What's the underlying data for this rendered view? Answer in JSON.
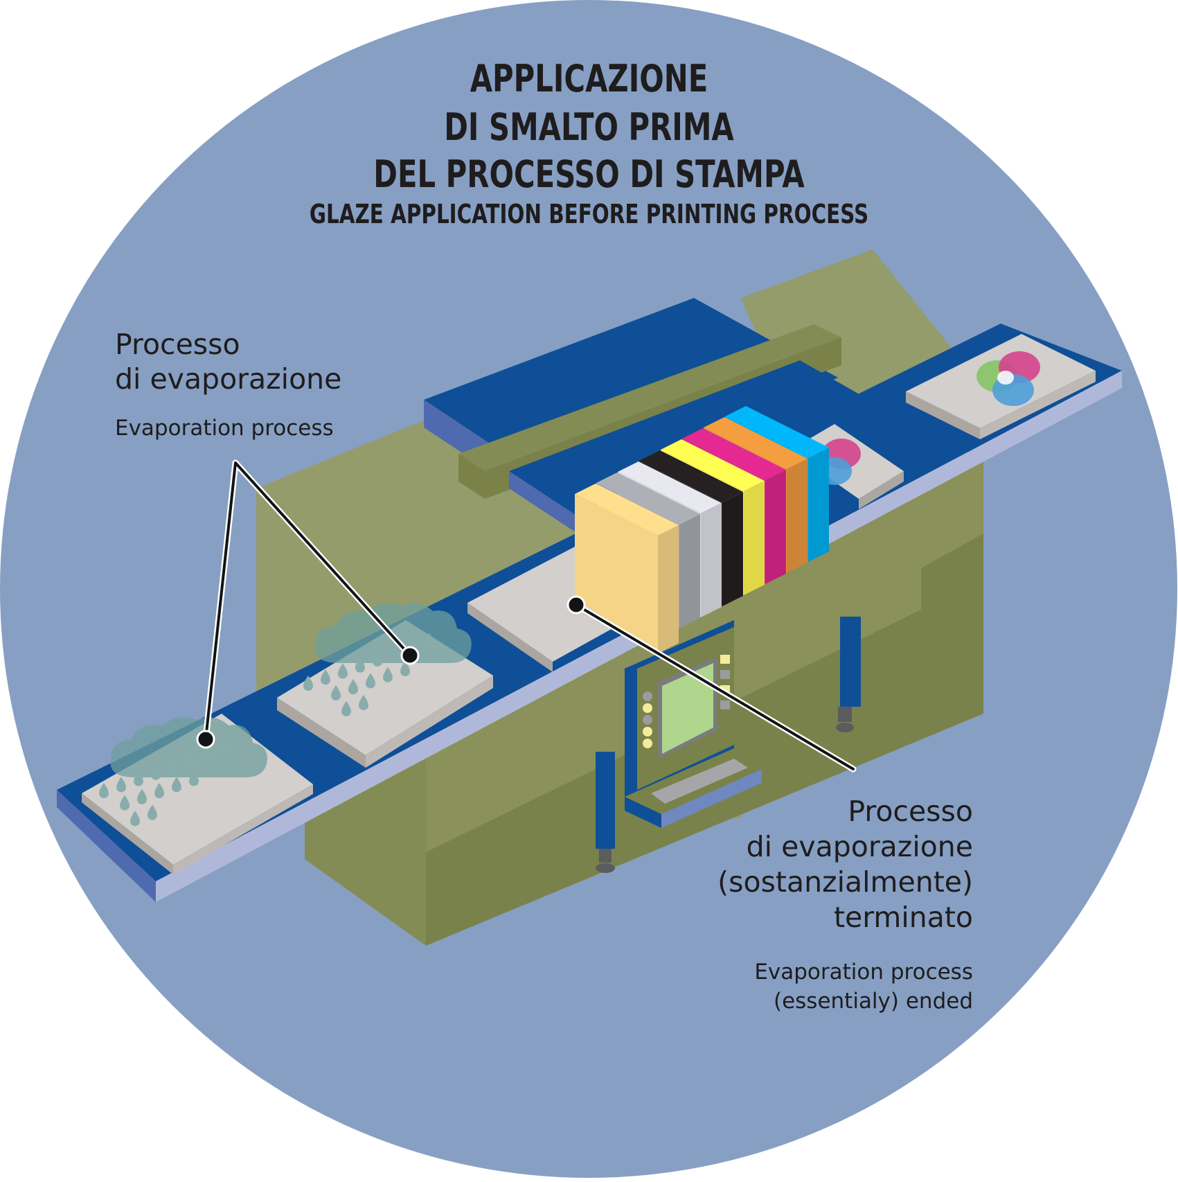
{
  "title": {
    "it_lines": [
      "APPLICAZIONE",
      "DI SMALTO PRIMA",
      "DEL PROCESSO DI STAMPA"
    ],
    "en": "GLAZE APPLICATION BEFORE PRINTING PROCESS"
  },
  "labels": {
    "left": {
      "it_lines": [
        "Processo",
        "di evaporazione"
      ],
      "en": "Evaporation process"
    },
    "right": {
      "it_lines": [
        "Processo",
        "di evaporazione",
        "(sostanzialmente)",
        "terminato"
      ],
      "en_lines": [
        "Evaporation process",
        "(essentialy) ended"
      ]
    }
  },
  "illustration": {
    "subject": "tile printing machine with conveyor belt",
    "tiles": [
      {
        "stage": "wet glaze",
        "icon": "rain-cloud-icon"
      },
      {
        "stage": "wet glaze",
        "icon": "rain-cloud-icon"
      },
      {
        "stage": "dry",
        "icon": "none"
      },
      {
        "stage": "printed",
        "icon": "color-venn-icon"
      },
      {
        "stage": "printed",
        "icon": "color-venn-icon"
      }
    ],
    "ink_bars": [
      "beige",
      "grey",
      "white",
      "black",
      "yellow",
      "magenta",
      "orange",
      "cyan"
    ],
    "ink_colors": [
      "#f5d487",
      "#a5a9ae",
      "#dcdde5",
      "#231f20",
      "#fff44f",
      "#d9278b",
      "#e9963d",
      "#00aeef"
    ],
    "colors": {
      "background_circle": "#879fc3",
      "machine_green": "#8a915a",
      "belt_blue": "#0e4f97",
      "tile_grey": "#d2cfcd"
    }
  }
}
